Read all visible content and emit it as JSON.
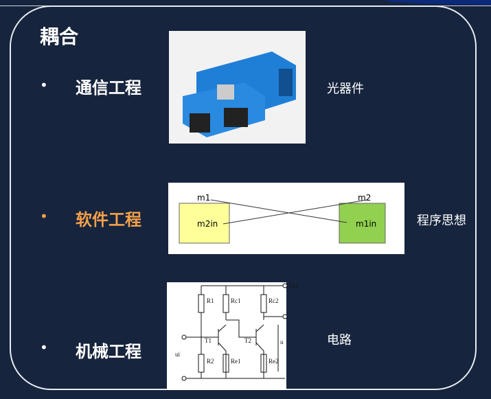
{
  "title": "耦合",
  "items": [
    {
      "label": "通信工程",
      "caption": "光器件",
      "color": "#ffffff"
    },
    {
      "label": "软件工程",
      "caption": "程序思想",
      "color": "#f5a04a"
    },
    {
      "label": "机械工程",
      "caption": "电路",
      "color": "#ffffff"
    }
  ],
  "bullet": "•",
  "diagram": {
    "m1": "m1",
    "m2": "m2",
    "box_left": "m2in",
    "box_right": "m1in"
  },
  "circuit": {
    "labels": [
      "R1",
      "Rc1",
      "Rc2",
      "T1",
      "T2",
      "R2",
      "Re1",
      "Re2",
      "ui",
      "u",
      "Ucc"
    ]
  }
}
